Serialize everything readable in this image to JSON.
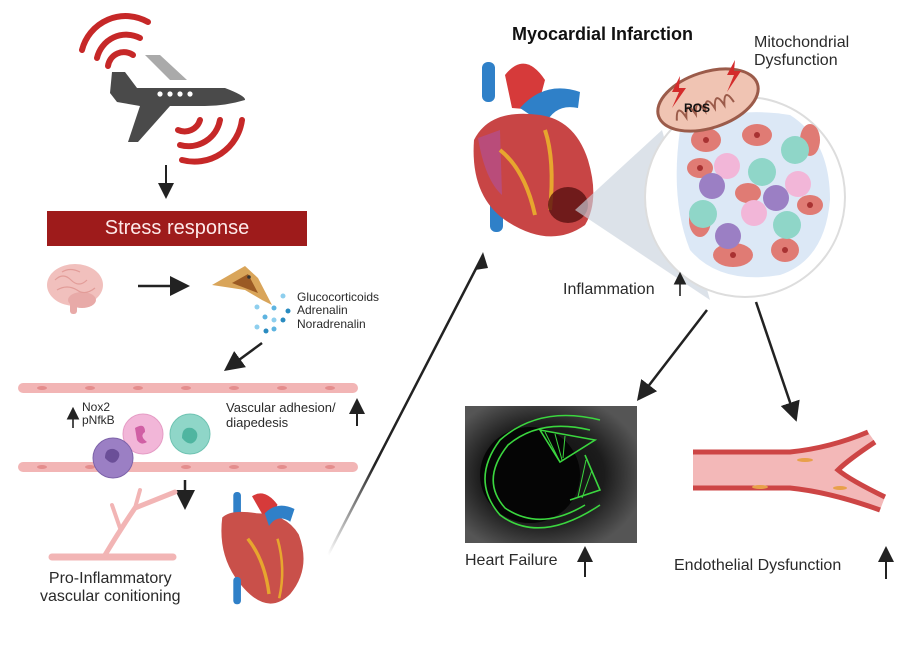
{
  "figure": {
    "title": "Myocardial Infarction",
    "colors": {
      "stress_box": "#9e1b1b",
      "signal_waves": "#c62828",
      "plane": "#444444",
      "arrow": "#222222",
      "vessel": "#f2b5b5",
      "echo_trace": "#35d63a"
    }
  },
  "left_panel": {
    "trigger_icon": "airplane-noise-icon",
    "stress_label": "Stress response",
    "organs": [
      "brain-icon",
      "adrenal-gland-icon"
    ],
    "hormones": [
      "Glucocorticoids",
      "Adrenalin",
      "Noradrenalin"
    ],
    "vessel_labels": {
      "markers_line1": "Nox2",
      "markers_line2": "pNfkB",
      "adhesion_line1": "Vascular adhesion/",
      "adhesion_line2": "diapedesis"
    },
    "conditioning_line1": "Pro-Inflammatory",
    "conditioning_line2": "vascular conitioning"
  },
  "right_panel": {
    "mito_line1": "Mitochondrial",
    "mito_line2": "Dysfunction",
    "ros_label": "ROS",
    "inflammation_label": "Inflammation",
    "heart_failure_label": "Heart Failure",
    "endothelial_label": "Endothelial Dysfunction"
  }
}
